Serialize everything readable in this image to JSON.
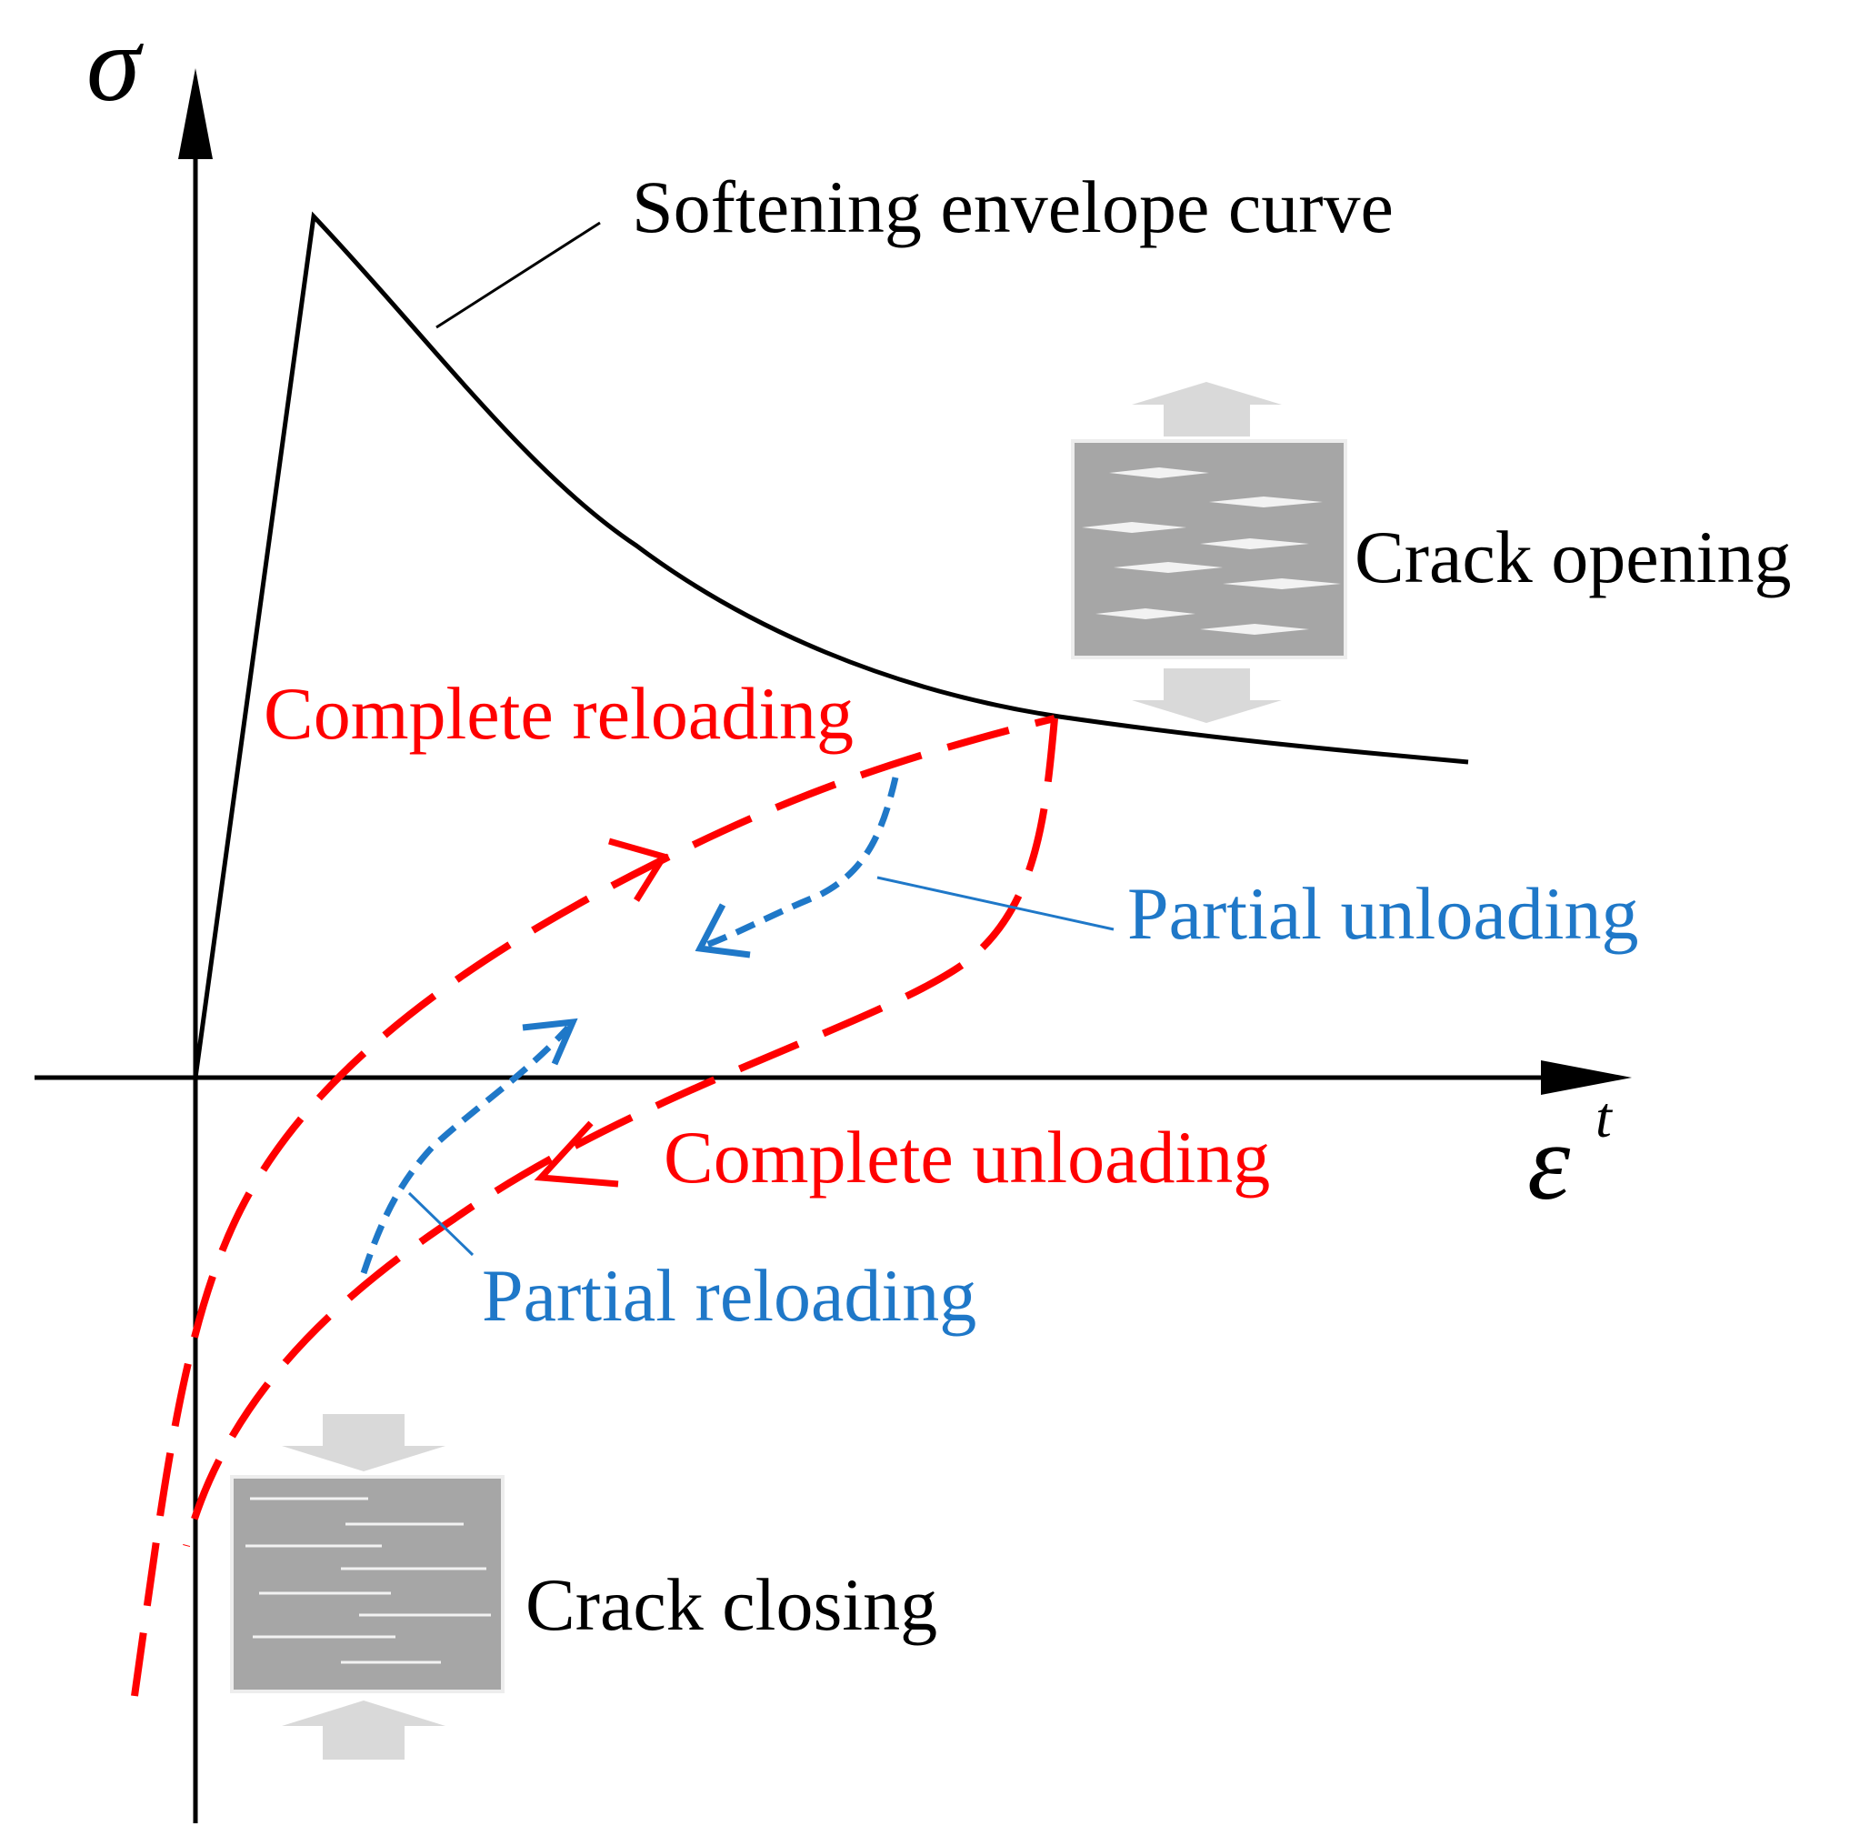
{
  "axes": {
    "y_symbol": "σ",
    "x_symbol": "ε",
    "x_superscript": "t"
  },
  "labels": {
    "envelope": "Softening envelope curve",
    "crack_opening": "Crack opening",
    "crack_closing": "Crack closing",
    "complete_reloading": "Complete reloading",
    "complete_unloading": "Complete unloading",
    "partial_unloading": "Partial unloading",
    "partial_reloading": "Partial reloading"
  },
  "colors": {
    "envelope": "#000000",
    "complete": "#ff0000",
    "partial": "#1f78c8",
    "specimen": "#a6a6a6",
    "load_arrow": "#d9d9d9"
  }
}
